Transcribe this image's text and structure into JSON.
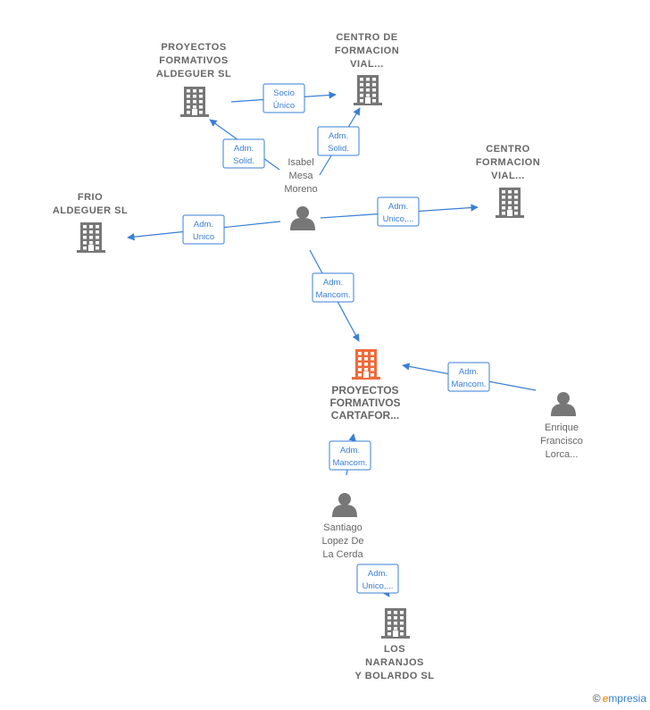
{
  "colors": {
    "node": "#777777",
    "main_node": "#f06a3a",
    "edge": "#3a7fd5"
  },
  "nodes": [
    {
      "id": "isabel",
      "type": "person",
      "icon": "person-icon",
      "lines": [
        "Isabel",
        "Mesa",
        "Moreno"
      ]
    },
    {
      "id": "proyectos_aldeguer",
      "type": "company",
      "icon": "building-icon",
      "lines": [
        "PROYECTOS",
        "FORMATIVOS",
        "ALDEGUER  SL"
      ]
    },
    {
      "id": "centro_formacion_vial_1",
      "type": "company",
      "icon": "building-icon",
      "lines": [
        "CENTRO DE",
        "FORMACION",
        "VIAL..."
      ]
    },
    {
      "id": "centro_formacion_vial_2",
      "type": "company",
      "icon": "building-icon",
      "lines": [
        "CENTRO",
        "FORMACION",
        "VIAL..."
      ]
    },
    {
      "id": "frio_aldeguer",
      "type": "company",
      "icon": "building-icon",
      "lines": [
        "FRIO",
        "ALDEGUER  SL"
      ]
    },
    {
      "id": "main",
      "type": "company",
      "main": true,
      "icon": "building-icon",
      "lines": [
        "PROYECTOS",
        "FORMATIVOS",
        "CARTAFOR..."
      ]
    },
    {
      "id": "enrique",
      "type": "person",
      "icon": "person-icon",
      "lines": [
        "Enrique",
        "Francisco",
        "Lorca..."
      ]
    },
    {
      "id": "santiago",
      "type": "person",
      "icon": "person-icon",
      "lines": [
        "Santiago",
        "Lopez De",
        "La Cerda"
      ]
    },
    {
      "id": "los_naranjos",
      "type": "company",
      "icon": "building-icon",
      "lines": [
        "LOS",
        "NARANJOS",
        "Y BOLARDO SL"
      ]
    }
  ],
  "edges": [
    {
      "id": "e1",
      "from": "isabel",
      "to": "proyectos_aldeguer",
      "lines": [
        "Adm.",
        "Solid."
      ]
    },
    {
      "id": "e2",
      "from": "proyectos_aldeguer",
      "to": "centro_formacion_vial_1",
      "lines": [
        "Socio",
        "Único"
      ]
    },
    {
      "id": "e3",
      "from": "isabel",
      "to": "centro_formacion_vial_1",
      "lines": [
        "Adm.",
        "Solid."
      ]
    },
    {
      "id": "e4",
      "from": "isabel",
      "to": "centro_formacion_vial_2",
      "lines": [
        "Adm.",
        "Unico,..."
      ]
    },
    {
      "id": "e5",
      "from": "isabel",
      "to": "frio_aldeguer",
      "lines": [
        "Adm.",
        "Unico"
      ]
    },
    {
      "id": "e6",
      "from": "isabel",
      "to": "main",
      "lines": [
        "Adm.",
        "Mancom."
      ]
    },
    {
      "id": "e7",
      "from": "enrique",
      "to": "main",
      "lines": [
        "Adm.",
        "Mancom."
      ]
    },
    {
      "id": "e8",
      "from": "santiago",
      "to": "main",
      "lines": [
        "Adm.",
        "Mancom."
      ]
    },
    {
      "id": "e9",
      "from": "santiago",
      "to": "los_naranjos",
      "lines": [
        "Adm.",
        "Unico,..."
      ]
    }
  ],
  "brand": {
    "copyright": "©",
    "name_first": "e",
    "name_rest": "mpresia"
  }
}
